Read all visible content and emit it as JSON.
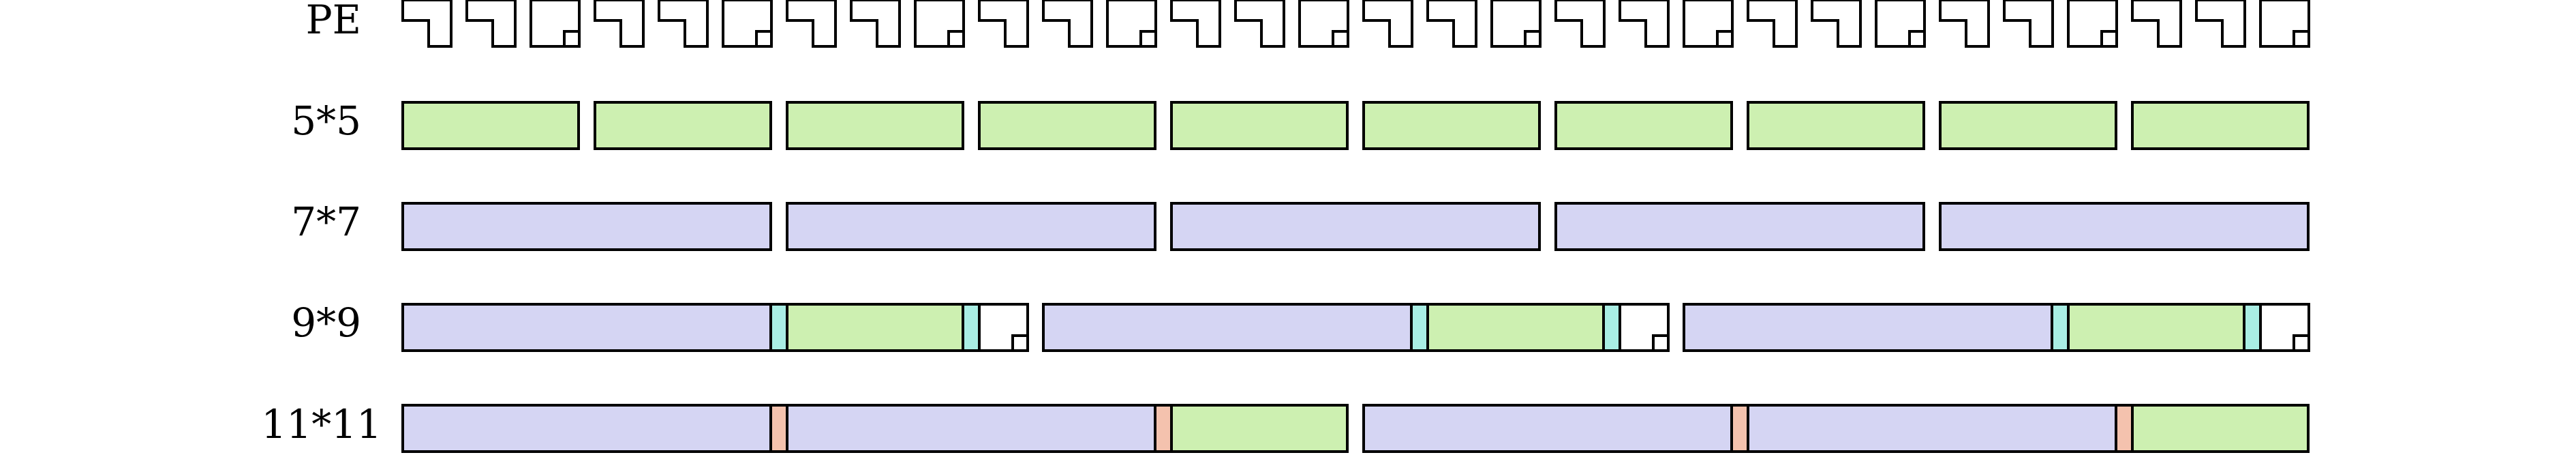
{
  "colors": {
    "pe": "#ffffff",
    "k5": "#cdf0b1",
    "k7": "#d5d5f3",
    "cyan": "#a9eee4",
    "salmon": "#f4c2ae",
    "stroke": "#000000"
  },
  "rows": [
    {
      "label": "PE",
      "pattern": "pe"
    },
    {
      "label": "5*5",
      "pattern": "k5"
    },
    {
      "label": "7*7",
      "pattern": "k7"
    },
    {
      "label": "9*9",
      "pattern": "k9"
    },
    {
      "label": "11*11",
      "pattern": "k11"
    }
  ]
}
